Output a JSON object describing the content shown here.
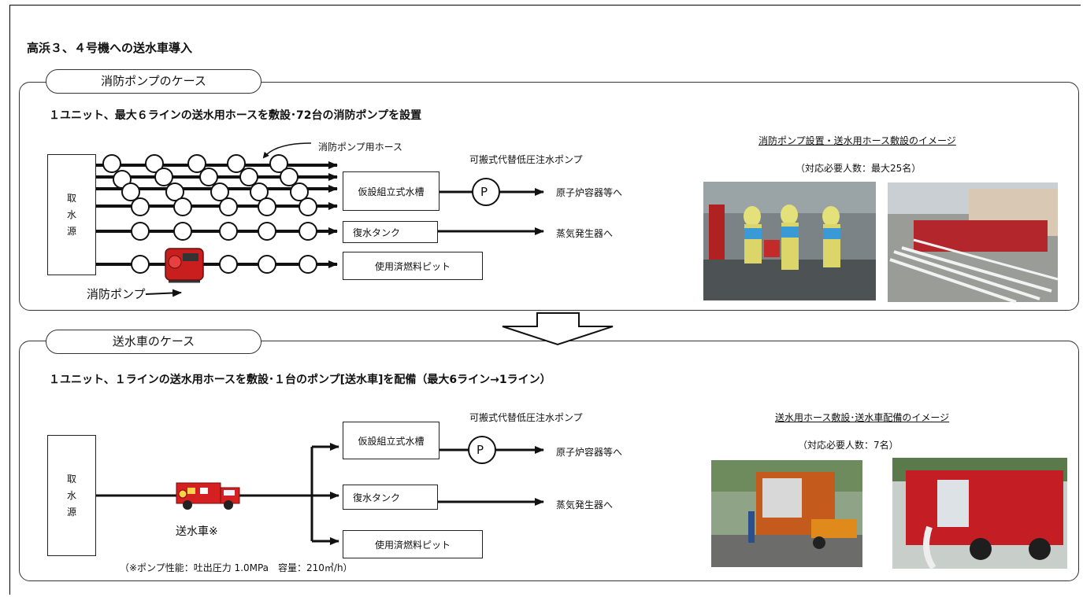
{
  "title": "高浜３、４号機への送水車導入",
  "case1": {
    "tab_label": "消防ポンプのケース",
    "headline": "１ユニット、最大６ラインの送水用ホースを敷設･72台の消防ポンプを設置",
    "source_label": [
      "取",
      "水",
      "源"
    ],
    "hose_label": "消防ポンプ用ホース",
    "pump_label": "消防ポンプ",
    "portable_pump_label": "可搬式代替低圧注水ポンプ",
    "pump_symbol": "P",
    "targets": {
      "tank": "仮設組立式水槽",
      "condensate": "復水タンク",
      "spent_fuel": "使用済燃料ピット"
    },
    "outputs": {
      "reactor": "原子炉容器等へ",
      "steam_gen": "蒸気発生器へ"
    },
    "image_caption": "消防ポンプ設置・送水用ホース敷設のイメージ",
    "image_sub": "（対応必要人数：最大25名）"
  },
  "case2": {
    "tab_label": "送水車のケース",
    "headline": "１ユニット、１ラインの送水用ホースを敷設･１台のポンプ[送水車]を配備（最大6ライン→1ライン）",
    "source_label": [
      "取",
      "水",
      "源"
    ],
    "truck_label": "送水車※",
    "note": "（※ポンプ性能：吐出圧力 1.0MPa　容量：210㎥/h）",
    "portable_pump_label": "可搬式代替低圧注水ポンプ",
    "pump_symbol": "P",
    "targets": {
      "tank": "仮設組立式水槽",
      "condensate": "復水タンク",
      "spent_fuel": "使用済燃料ピット"
    },
    "outputs": {
      "reactor": "原子炉容器等へ",
      "steam_gen": "蒸気発生器へ"
    },
    "image_caption": "送水用ホース敷設･送水車配備のイメージ",
    "image_sub": "（対応必要人数：7名）"
  }
}
